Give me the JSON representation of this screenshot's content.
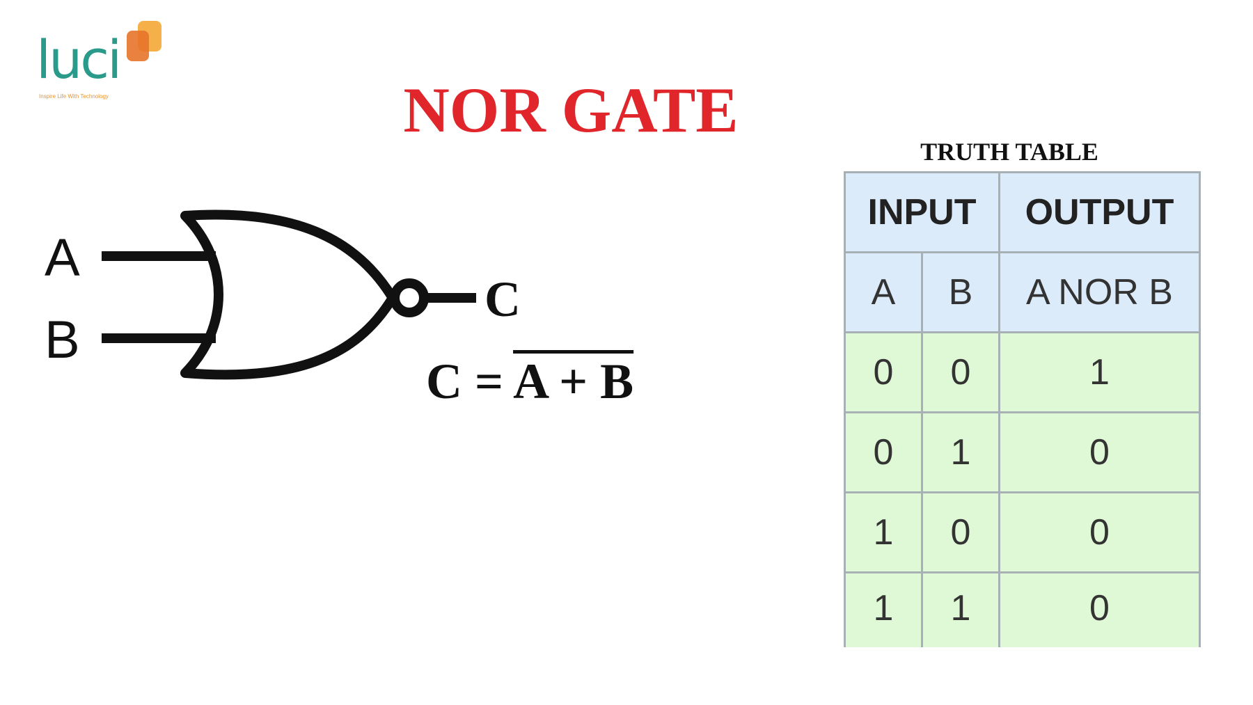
{
  "logo": {
    "text": "luci",
    "tagline": "Inspire Life With Technology",
    "colors": {
      "text": "#2a9a8b",
      "mark_light": "#f6b04a",
      "mark_dark": "#e8742a"
    }
  },
  "title": "NOR GATE",
  "title_color": "#e0262b",
  "gate": {
    "input_a": "A",
    "input_b": "B",
    "output": "C",
    "icon": "nor-gate-symbol"
  },
  "formula": {
    "lhs": "C =",
    "rhs": "A + B"
  },
  "truth_table": {
    "title": "TRUTH TABLE",
    "group_headers": {
      "input": "INPUT",
      "output": "OUTPUT"
    },
    "columns": [
      "A",
      "B",
      "A NOR B"
    ],
    "rows": [
      [
        "0",
        "0",
        "1"
      ],
      [
        "0",
        "1",
        "0"
      ],
      [
        "1",
        "0",
        "0"
      ],
      [
        "1",
        "1",
        "0"
      ]
    ],
    "colors": {
      "header_bg": "#dcebfa",
      "row_bg": "#dff8d6",
      "border": "#a7b0b4"
    }
  }
}
